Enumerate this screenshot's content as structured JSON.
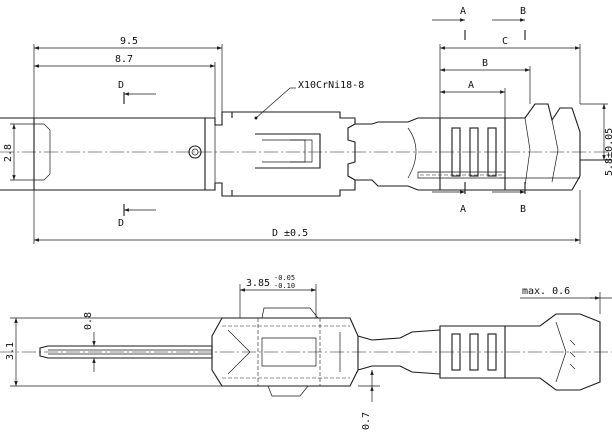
{
  "top_view": {
    "dim_9_5": "9.5",
    "dim_8_7": "8.7",
    "dim_2_8": "2.8",
    "dim_d": "D ±0.5",
    "dim_c": "C",
    "dim_b": "B",
    "dim_a": "A",
    "dim_side": "5.8±0.05",
    "material": "X10CrNi18-8",
    "sec_a_top": "A",
    "sec_b_top": "B",
    "sec_a_bot": "A",
    "sec_b_bot": "B",
    "sec_d_top": "D",
    "sec_d_bot": "D"
  },
  "side_view": {
    "dim_3_85": "3.85",
    "tol_upper": "-0.05",
    "tol_lower": "-0.10",
    "dim_max": "max. 0.6",
    "dim_3_1": "3.1",
    "dim_0_8": "0.8",
    "dim_0_7": "0.7"
  }
}
